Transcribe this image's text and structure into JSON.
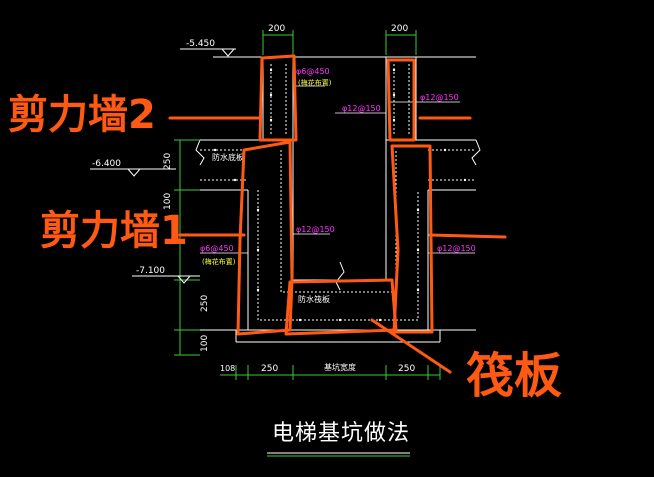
{
  "title": "电梯基坑做法",
  "elevations": {
    "top": "-5.450",
    "mid": "-6.400",
    "bottom": "-7.100"
  },
  "dimensions": {
    "wall_left_top": "200",
    "wall_right_top": "200",
    "vert_250_top": "250",
    "vert_100_top": "100",
    "vert_250_bot": "250",
    "vert_100_bot": "100",
    "bottom_108": "108",
    "bottom_250_left": "250",
    "bottom_250_right": "250",
    "bottom_pit_width": "基坑宽度"
  },
  "rebar": {
    "wall_top_left": "φ6@450",
    "wall_top_left_note": "(梅花布置)",
    "wall_top_right": "φ12@150",
    "wall_top_inner": "φ12@150",
    "pit_left_outer": "φ6@450",
    "pit_left_outer_note": "(梅花布置)",
    "pit_left_inner": "φ12@150",
    "pit_right": "φ12@150"
  },
  "labels": {
    "waterproof_layer": "防水底板",
    "waterproof_slab": "防水筏板"
  },
  "annotations": {
    "shear_wall_2": "剪力墙2",
    "shear_wall_1": "剪力墙1",
    "raft_slab": "筏板"
  },
  "colors": {
    "background": "#000000",
    "linework": "#ffffff",
    "rebar_text": "#ff33ff",
    "note_text": "#ffff33",
    "green_dim": "#33cc33",
    "annotation": "#ff5a14"
  }
}
